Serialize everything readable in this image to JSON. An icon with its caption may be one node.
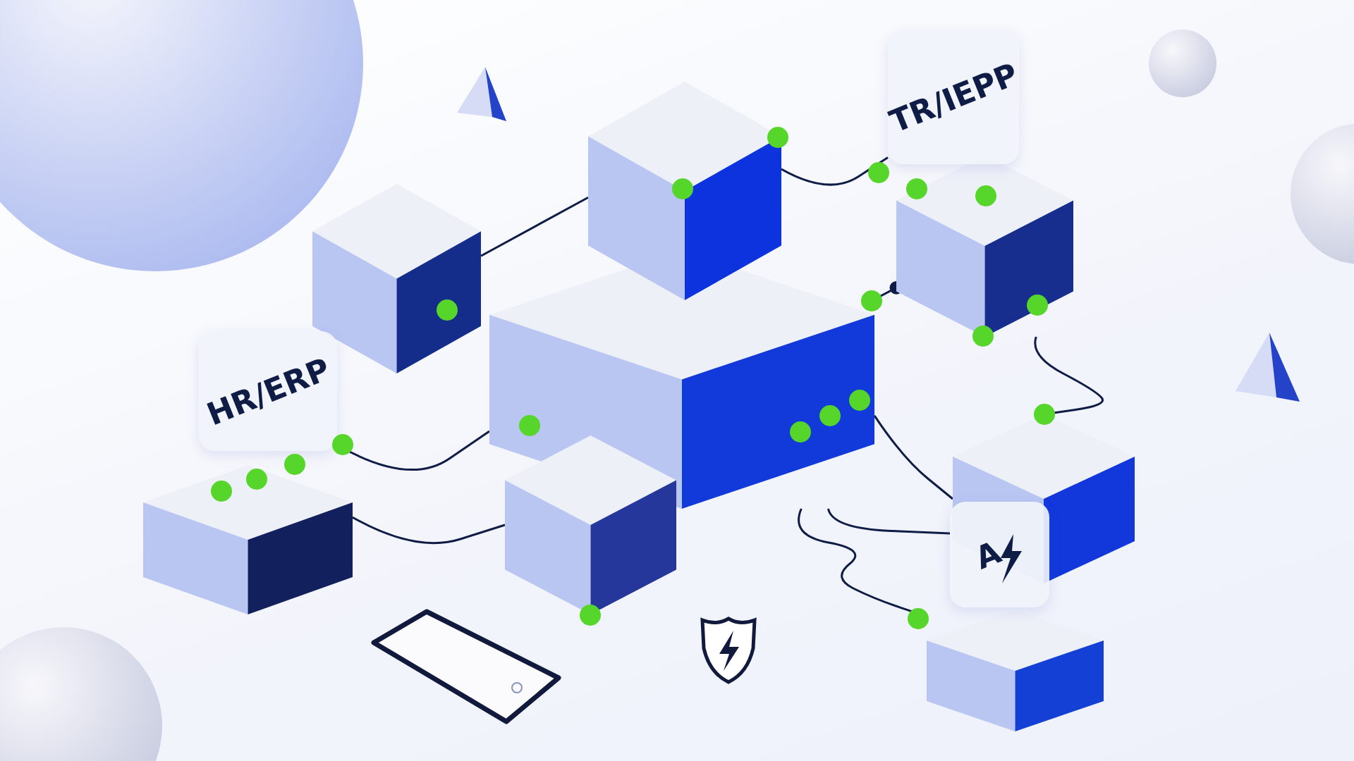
{
  "diagram": {
    "nodes": [
      {
        "text": [
          "HR/ERP"
        ]
      },
      {
        "text": [
          "TR/IEPP"
        ]
      },
      {
        "text": [
          "A"
        ]
      },
      {
        "text": [],
        "shape": "box"
      },
      {
        "text": [],
        "shape": "box"
      },
      {
        "text": [],
        "shape": "box"
      },
      {
        "text": [],
        "shape": "box"
      },
      {
        "text": [],
        "shape": "box"
      },
      {
        "text": [],
        "shape": "box"
      },
      {
        "text": [],
        "shape": "box"
      },
      {
        "text": [],
        "shape": "box"
      }
    ],
    "edges": [
      {
        "from": 4,
        "to": 7,
        "arrow": "none"
      },
      {
        "from": 7,
        "to": 1,
        "arrow": "none"
      },
      {
        "from": 5,
        "to": 8,
        "arrow": "other"
      },
      {
        "from": 8,
        "to": 10,
        "arrow": "none"
      },
      {
        "from": 0,
        "to": 5,
        "arrow": "none"
      },
      {
        "from": 3,
        "to": 6,
        "arrow": "none"
      },
      {
        "from": 5,
        "to": 9,
        "arrow": "none"
      },
      {
        "from": 5,
        "to": 2,
        "arrow": "none"
      },
      {
        "from": 5,
        "to": 10,
        "arrow": "none"
      }
    ]
  }
}
